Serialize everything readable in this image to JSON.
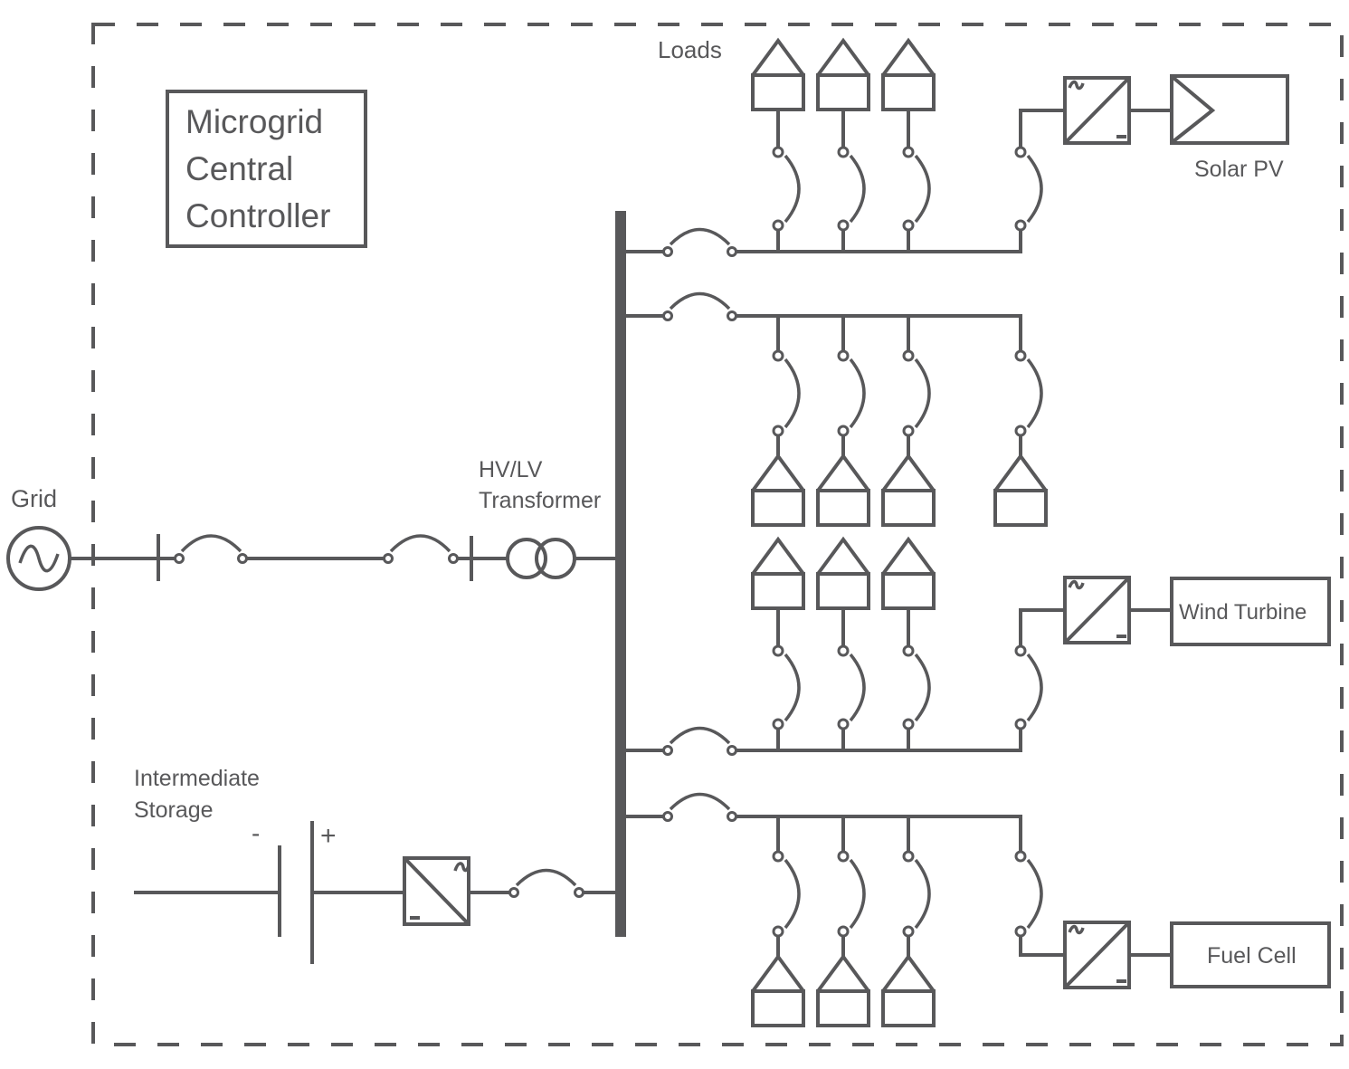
{
  "diagram": {
    "type": "single-line electrical schematic",
    "boundary": "dashed",
    "stroke_color": "#58585a",
    "controller": {
      "lines": [
        "Microgrid",
        "Central",
        "Controller"
      ]
    },
    "grid": {
      "label": "Grid",
      "icon": "ac-source-icon"
    },
    "transformer": {
      "label_lines": [
        "HV/LV",
        "Transformer"
      ]
    },
    "loads_label": "Loads",
    "storage": {
      "label_lines": [
        "Intermediate",
        "Storage"
      ],
      "minus": "-",
      "plus": "+"
    },
    "sources": [
      {
        "id": "solar-pv",
        "label": "Solar PV"
      },
      {
        "id": "wind-turbine",
        "label": "Wind Turbine"
      },
      {
        "id": "fuel-cell",
        "label": "Fuel Cell"
      }
    ],
    "converter_symbols": {
      "ac": "~",
      "dc": "-"
    },
    "feeders": [
      {
        "id": "feeder-1",
        "loads": 3,
        "connects_to": "Solar PV",
        "load_side": "above"
      },
      {
        "id": "feeder-2",
        "loads": 4,
        "connects_to": null,
        "load_side": "below"
      },
      {
        "id": "feeder-3",
        "loads": 3,
        "connects_to": "Wind Turbine",
        "load_side": "above"
      },
      {
        "id": "feeder-4",
        "loads": 3,
        "connects_to": "Fuel Cell",
        "load_side": "below"
      }
    ]
  }
}
